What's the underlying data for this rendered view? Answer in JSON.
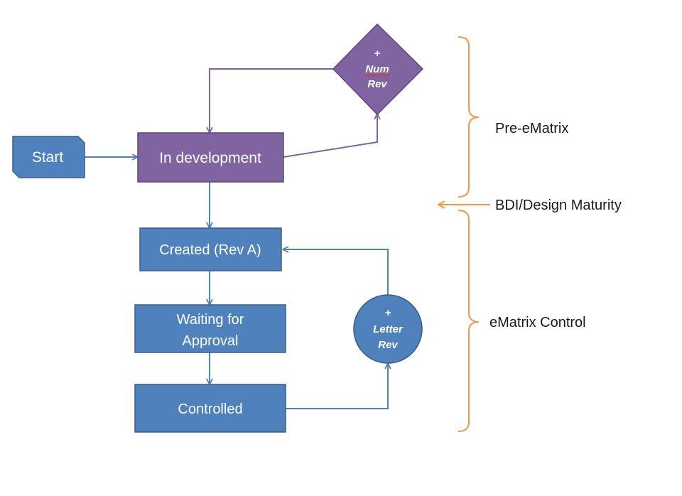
{
  "nodes": {
    "start": {
      "label": "Start"
    },
    "in_development": {
      "label": "In development"
    },
    "num_rev": {
      "line1": "+",
      "line2": "Num",
      "line3": "Rev"
    },
    "created": {
      "label": "Created (Rev A)"
    },
    "waiting": {
      "line1": "Waiting for",
      "line2": "Approval"
    },
    "controlled": {
      "label": "Controlled"
    },
    "letter_rev": {
      "line1": "+",
      "line2": "Letter",
      "line3": "Rev"
    }
  },
  "phases": {
    "pre_ematrix": "Pre-eMatrix",
    "maturity": "BDI/Design Maturity",
    "ematrix_control": "eMatrix Control"
  },
  "colors": {
    "purple_fill": "#8064a2",
    "purple_stroke": "#5c4776",
    "blue_fill": "#4f81bd",
    "blue_stroke": "#385d8a",
    "orange": "#f79646",
    "spell_underline": "#e03030"
  }
}
